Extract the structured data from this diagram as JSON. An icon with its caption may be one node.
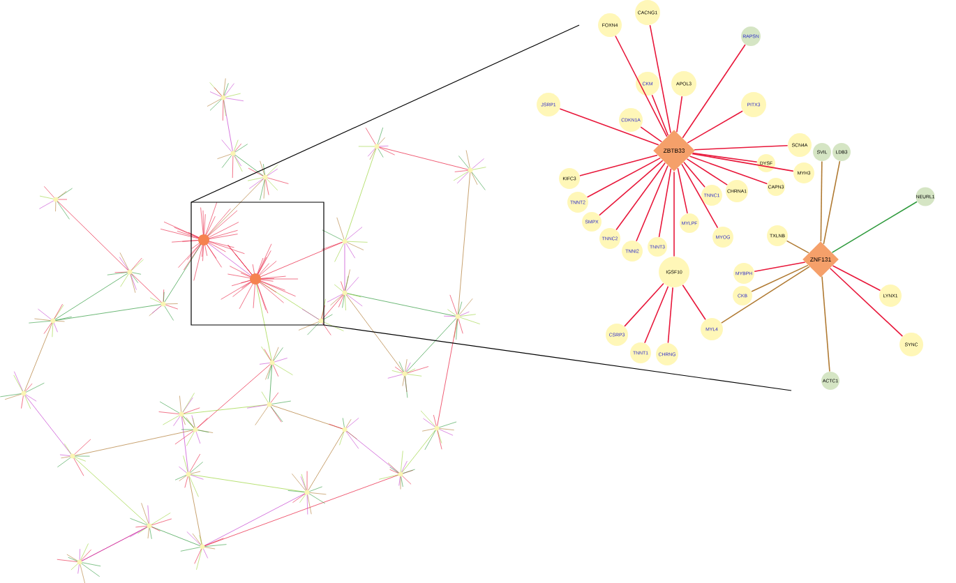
{
  "diagram": {
    "nodes": [
      {
        "text": [
          "ZBTB33"
        ]
      },
      {
        "text": [
          "ZNF131"
        ]
      },
      {
        "text": [
          "IGSF10"
        ]
      },
      {
        "text": [
          "CACNG1"
        ]
      },
      {
        "text": [
          "FOXN4"
        ]
      },
      {
        "text": [
          "JSRP1"
        ]
      },
      {
        "text": [
          "CKM"
        ]
      },
      {
        "text": [
          "APOL3"
        ]
      },
      {
        "text": [
          "CDKN1A"
        ]
      },
      {
        "text": [
          "RAPSN"
        ]
      },
      {
        "text": [
          "PITX3"
        ]
      },
      {
        "text": [
          "SCN4A"
        ]
      },
      {
        "text": [
          "CHRNA1"
        ]
      },
      {
        "text": [
          "DYSF"
        ]
      },
      {
        "text": [
          "CAPN3"
        ]
      },
      {
        "text": [
          "MYH3"
        ]
      },
      {
        "text": [
          "TNNT2"
        ]
      },
      {
        "text": [
          "TNNC1"
        ]
      },
      {
        "text": [
          "TNNI2"
        ]
      },
      {
        "text": [
          "SMPX"
        ]
      },
      {
        "text": [
          "MYLPF"
        ]
      },
      {
        "text": [
          "KIFC3"
        ]
      },
      {
        "text": [
          "TNNC2"
        ]
      },
      {
        "text": [
          "TNNT3"
        ]
      },
      {
        "text": [
          "MYOG"
        ]
      },
      {
        "text": [
          "SVIL"
        ]
      },
      {
        "text": [
          "LDB3"
        ]
      },
      {
        "text": [
          "TXLNB"
        ]
      },
      {
        "text": [
          "MYBPH"
        ]
      },
      {
        "text": [
          "CKB"
        ]
      },
      {
        "text": [
          "LYNX1"
        ]
      },
      {
        "text": [
          "SYNC"
        ]
      },
      {
        "text": [
          "ACTC1"
        ]
      },
      {
        "text": [
          "NEURL1"
        ]
      },
      {
        "text": [
          "CSRP3"
        ]
      },
      {
        "text": [
          "TNNT1"
        ]
      },
      {
        "text": [
          "CHRNG"
        ]
      },
      {
        "text": [
          "MYL4"
        ]
      }
    ],
    "edges": [
      {
        "from": 0,
        "to": 2,
        "arrow": "none"
      },
      {
        "from": 0,
        "to": 3,
        "arrow": "none"
      },
      {
        "from": 0,
        "to": 4,
        "arrow": "none"
      },
      {
        "from": 0,
        "to": 5,
        "arrow": "none"
      },
      {
        "from": 0,
        "to": 6,
        "arrow": "none"
      },
      {
        "from": 0,
        "to": 7,
        "arrow": "none"
      },
      {
        "from": 0,
        "to": 8,
        "arrow": "none"
      },
      {
        "from": 0,
        "to": 9,
        "arrow": "none"
      },
      {
        "from": 0,
        "to": 10,
        "arrow": "none"
      },
      {
        "from": 0,
        "to": 11,
        "arrow": "none"
      },
      {
        "from": 0,
        "to": 12,
        "arrow": "none"
      },
      {
        "from": 0,
        "to": 13,
        "arrow": "none"
      },
      {
        "from": 0,
        "to": 14,
        "arrow": "none"
      },
      {
        "from": 0,
        "to": 15,
        "arrow": "none"
      },
      {
        "from": 0,
        "to": 16,
        "arrow": "none"
      },
      {
        "from": 0,
        "to": 17,
        "arrow": "none"
      },
      {
        "from": 0,
        "to": 18,
        "arrow": "none"
      },
      {
        "from": 0,
        "to": 19,
        "arrow": "none"
      },
      {
        "from": 0,
        "to": 20,
        "arrow": "none"
      },
      {
        "from": 0,
        "to": 21,
        "arrow": "none"
      },
      {
        "from": 0,
        "to": 22,
        "arrow": "none"
      },
      {
        "from": 0,
        "to": 23,
        "arrow": "none"
      },
      {
        "from": 0,
        "to": 24,
        "arrow": "none"
      },
      {
        "from": 1,
        "to": 25,
        "arrow": "none",
        "color": "#b07a32"
      },
      {
        "from": 1,
        "to": 26,
        "arrow": "none",
        "color": "#b07a32"
      },
      {
        "from": 1,
        "to": 27,
        "arrow": "none",
        "color": "#b07a32"
      },
      {
        "from": 1,
        "to": 28,
        "arrow": "none"
      },
      {
        "from": 1,
        "to": 29,
        "arrow": "none",
        "color": "#b07a32"
      },
      {
        "from": 1,
        "to": 30,
        "arrow": "none"
      },
      {
        "from": 1,
        "to": 31,
        "arrow": "none"
      },
      {
        "from": 1,
        "to": 32,
        "arrow": "none",
        "color": "#b07a32"
      },
      {
        "from": 1,
        "to": 33,
        "arrow": "none",
        "color": "#2e9a3c"
      },
      {
        "from": 1,
        "to": 37,
        "arrow": "none",
        "color": "#b07a32"
      },
      {
        "from": 2,
        "to": 34,
        "arrow": "none"
      },
      {
        "from": 2,
        "to": 35,
        "arrow": "none"
      },
      {
        "from": 2,
        "to": 36,
        "arrow": "none"
      },
      {
        "from": 2,
        "to": 37,
        "arrow": "none"
      }
    ]
  }
}
